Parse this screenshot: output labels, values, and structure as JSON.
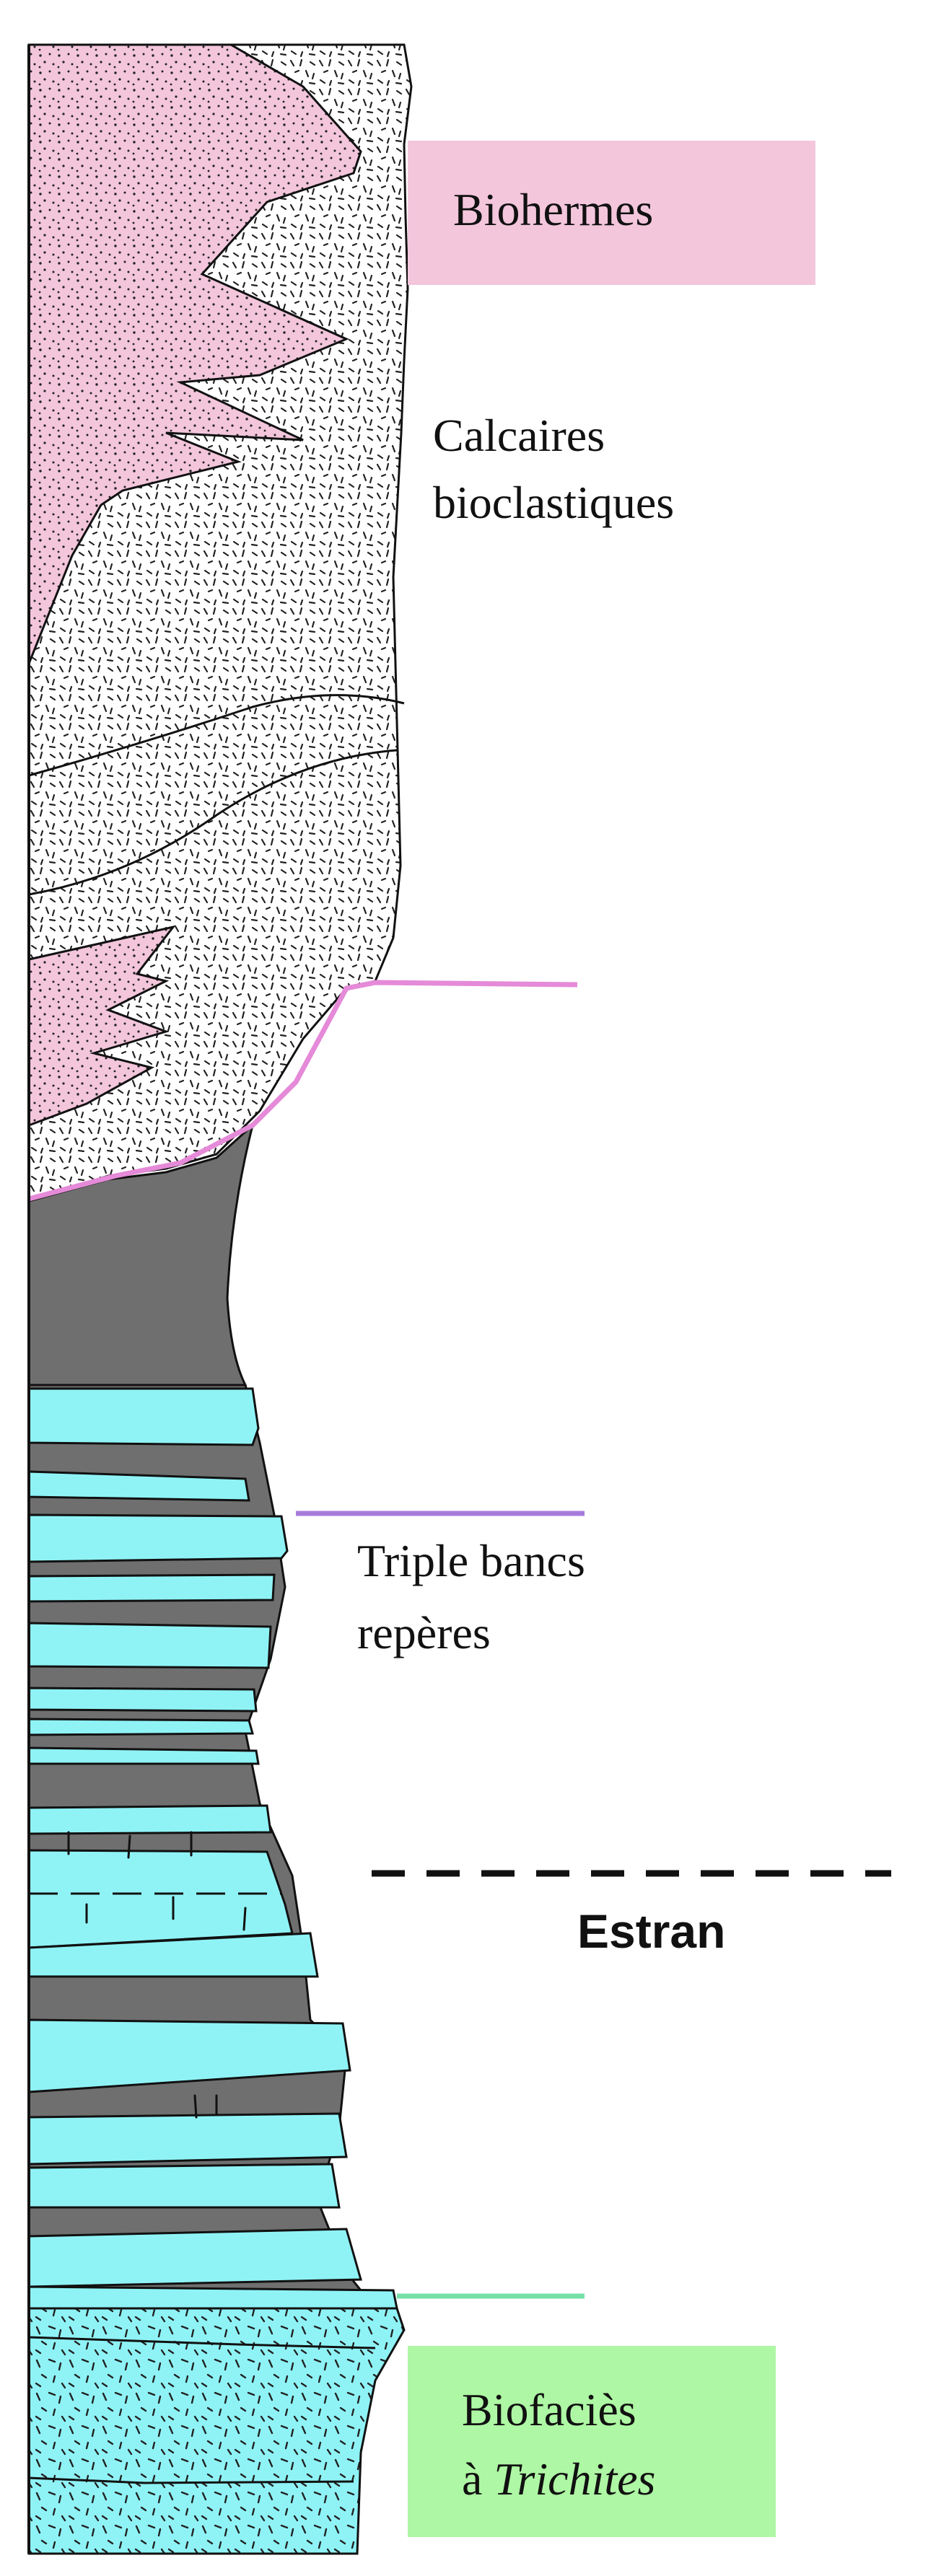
{
  "colors": {
    "biohermes": "#f3c6dc",
    "bioclastic": "#ffffff",
    "marl": "#6f6f6f",
    "limestone": "#8ff3f6",
    "pink_line": "#e58ad8",
    "violet_line": "#a77bdc",
    "green_line": "#74e0a8",
    "green_box": "#aef7a4",
    "ink": "#111111"
  },
  "labels": {
    "biohermes": "Biohermes",
    "calcaires_line1": "Calcaires",
    "calcaires_line2": "bioclastiques",
    "triple_line1": "Triple bancs",
    "triple_line2": "repères",
    "estran": "Estran",
    "biofacies_line1": "Biofaciès",
    "biofacies_prefix": "à ",
    "biofacies_taxon": "Trichites"
  }
}
